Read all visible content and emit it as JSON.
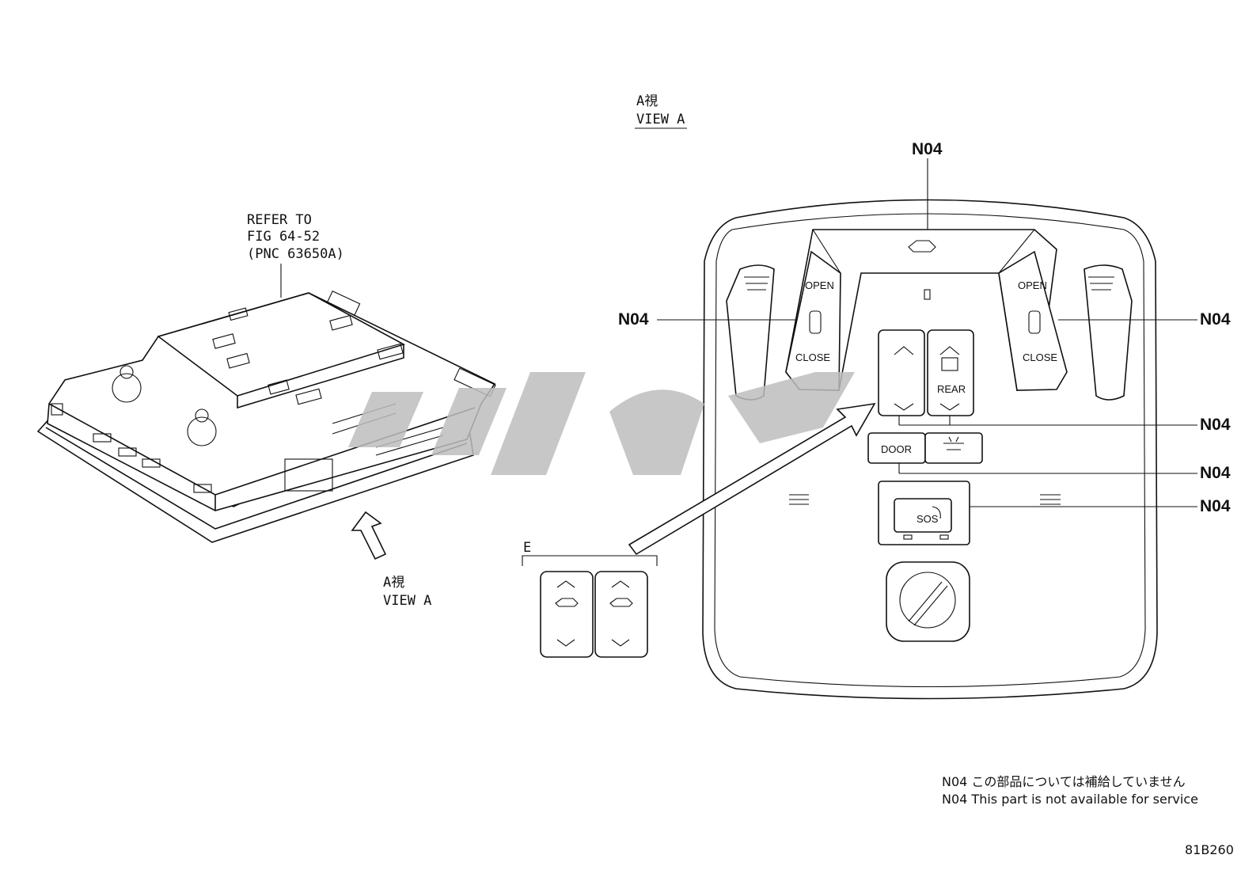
{
  "refer": {
    "line1": "REFER TO",
    "line2": "FIG 64-52",
    "line3": "(PNC 63650A)"
  },
  "view_label_top": {
    "jp": "A視",
    "en": "VIEW A"
  },
  "view_label_arrow": {
    "jp": "A視",
    "en": "VIEW A"
  },
  "callouts": [
    "N04",
    "N04",
    "N04",
    "N04",
    "N04",
    "N04"
  ],
  "detail_label": "E",
  "buttons": {
    "open_left": "OPEN",
    "close_left": "CLOSE",
    "open_right": "OPEN",
    "close_right": "CLOSE",
    "rear": "REAR",
    "door": "DOOR",
    "sos": "SOS"
  },
  "note": {
    "jp": "N04 この部品については補給していません",
    "en": "N04 This part is not available for service"
  },
  "figure_code": "81B260"
}
